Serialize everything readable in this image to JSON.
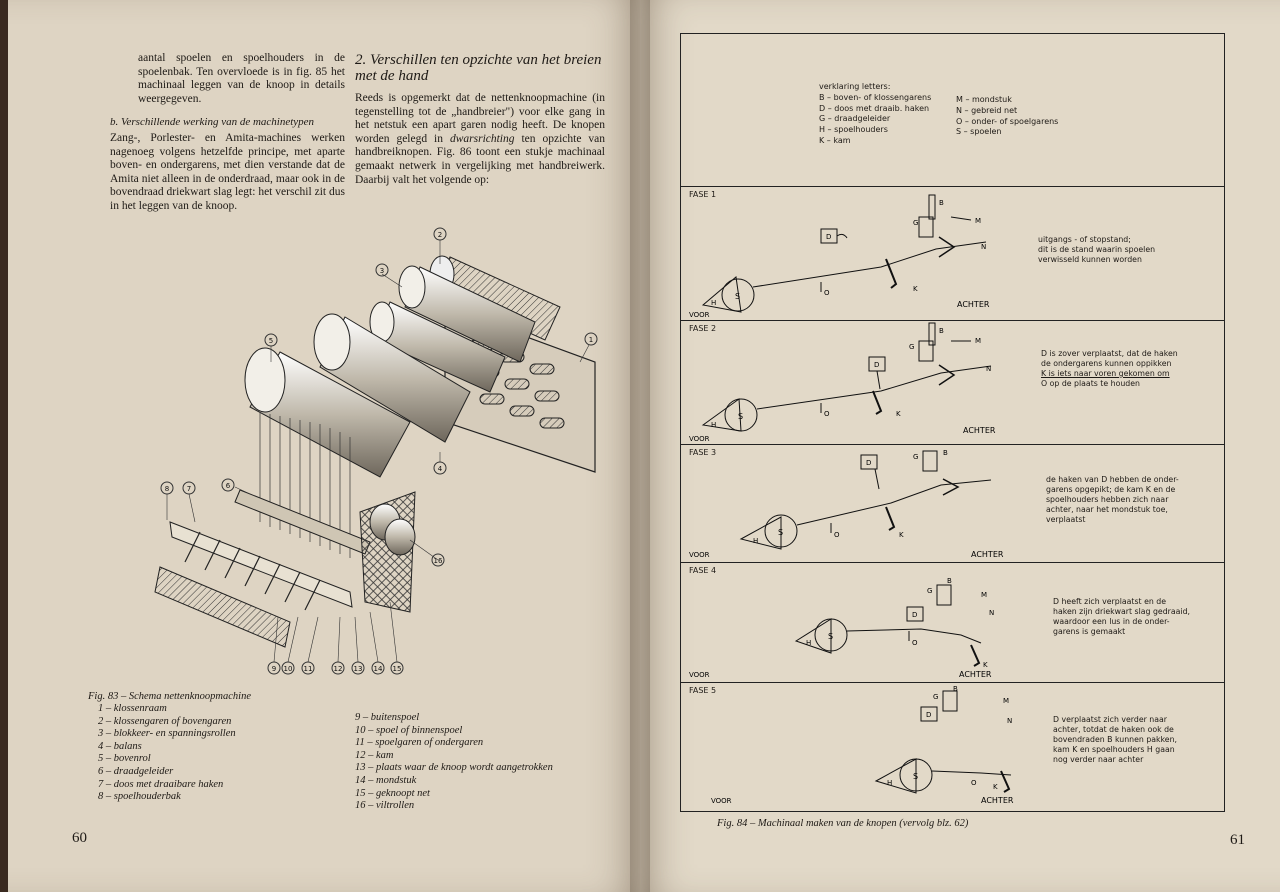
{
  "left": {
    "col1": {
      "p1": "aantal spoelen en spoelhouders in de spoelenbak. Ten overvloede is in fig. 85 het machinaal leggen van de knoop in details weergegeven.",
      "subhead": "b.  Verschillende werking van de machinetypen",
      "p2": "Zang-, Porlester- en Amita-machines werken nagenoeg volgens hetzelfde principe, met aparte boven- en ondergarens, met dien verstande dat de Amita niet alleen in de onderdraad, maar ook in de bovendraad driekwart slag legt: het verschil zit dus in het leggen van de knoop."
    },
    "col2": {
      "heading": "2. Verschillen ten opzichte van het breien met de hand",
      "p_a": "Reeds is opgemerkt dat de nettenknoopmachine (in tegenstelling tot de „handbreier\") voor elke gang in het netstuk een apart garen nodig heeft. De knopen worden gelegd in ",
      "p_em": "dwarsrichting",
      "p_b": " ten opzichte van handbreiknopen. Fig. 86 toont een stukje machinaal gemaakt netwerk in vergelijking met handbreiwerk. Daarbij valt het volgende op:"
    },
    "fig83": {
      "caption": "Fig. 83 – Schema nettenknoopmachine",
      "callouts": [
        "1",
        "2",
        "3",
        "5",
        "6",
        "7",
        "8",
        "9",
        "10",
        "11",
        "12",
        "13",
        "14",
        "15",
        "16"
      ],
      "legend_a": [
        "1 – klossenraam",
        "2 – klossengaren of bovengaren",
        "3 – blokkeer- en spanningsrollen",
        "4 – balans",
        "5 – bovenrol",
        "6 – draadgeleider",
        "7 – doos met draaibare haken",
        "8 – spoelhouderbak"
      ],
      "legend_b": [
        "9 – buitenspoel",
        "10 – spoel of binnenspoel",
        "11 – spoelgaren of ondergaren",
        "12 – kam",
        "13 – plaats waar de knoop wordt aangetrokken",
        "14 – mondstuk",
        "15 – geknoopt net",
        "16 – viltrollen"
      ],
      "callout4": "4"
    },
    "page_number": "60"
  },
  "right": {
    "fig84": {
      "legend_title": "verklaring letters:",
      "legend_a": [
        "B – boven- of klossengarens",
        "D – doos met draaib. haken",
        "G – draadgeleider",
        "H – spoelhouders",
        "K – kam"
      ],
      "legend_b": [
        "M – mondstuk",
        "N – gebreid net",
        "O – onder- of spoelgarens",
        "S – spoelen"
      ],
      "phases": [
        {
          "label": "FASE 1",
          "note_lines": [
            "uitgangs - of stopstand;",
            "dit is de stand waarin spoelen",
            "verwisseld kunnen worden"
          ]
        },
        {
          "label": "FASE 2",
          "note_lines": [
            "D is zover verplaatst, dat de haken",
            "de ondergarens kunnen oppikken",
            "K is iets naar voren gekomen om",
            "O op de plaats te houden"
          ]
        },
        {
          "label": "FASE 3",
          "note_lines": [
            "de haken van D hebben de onder-",
            "garens opgepikt; de kam K en de",
            "spoelhouders hebben zich naar",
            "achter, naar het mondstuk toe,",
            "verplaatst"
          ]
        },
        {
          "label": "FASE 4",
          "note_lines": [
            "D heeft zich verplaatst en de",
            "haken zijn driekwart slag gedraaid,",
            "waardoor een lus in de onder-",
            "garens is gemaakt"
          ]
        },
        {
          "label": "FASE 5",
          "note_lines": [
            "D verplaatst zich verder naar",
            "achter, totdat de haken ook de",
            "bovendraden B kunnen pakken,",
            "kam K en spoelhouders H gaan",
            "nog verder naar achter"
          ]
        }
      ],
      "labels": {
        "voor": "VOOR",
        "achter": "ACHTER",
        "S": "S",
        "H": "H",
        "O": "O",
        "K": "K",
        "D": "D",
        "G": "G",
        "B": "B",
        "M": "M",
        "N": "N"
      },
      "caption": "Fig. 84 – Machinaal maken van de knopen (vervolg blz. 62)"
    },
    "page_number": "61"
  }
}
